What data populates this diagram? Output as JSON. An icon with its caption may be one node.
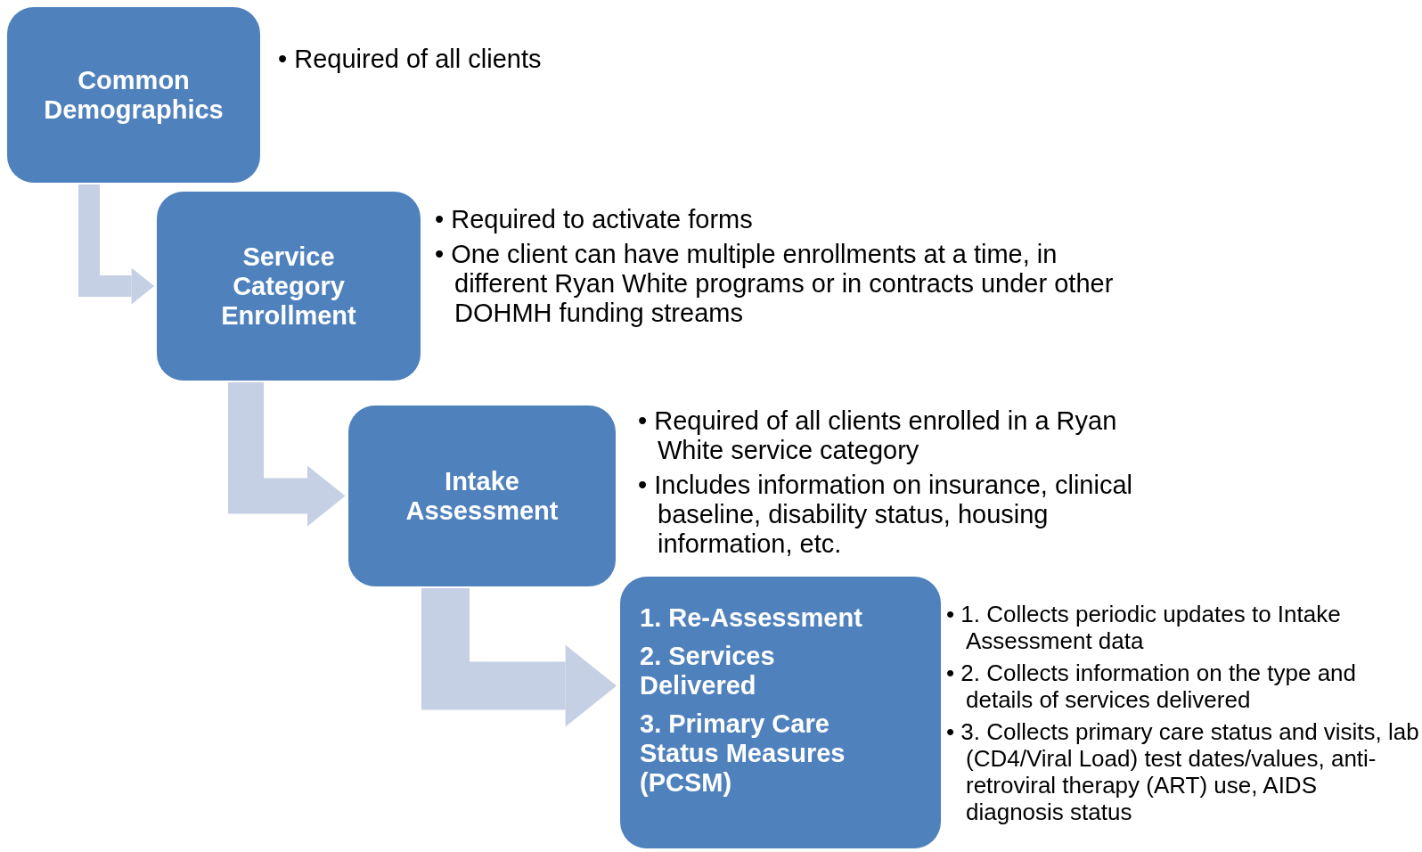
{
  "diagram": {
    "nodes": [
      {
        "text": [
          "Common Demographics"
        ],
        "beside": [
          "• Required of all clients"
        ]
      },
      {
        "text": [
          "Service Category Enrollment"
        ],
        "beside": [
          "• Required to activate forms",
          "• One client can have multiple enrollments at a time, in different Ryan White programs or in contracts under other DOHMH funding streams"
        ]
      },
      {
        "text": [
          "Intake Assessment"
        ],
        "beside": [
          "• Required of all clients enrolled in a Ryan White service category",
          "• Includes information on insurance, clinical baseline, disability status, housing information, etc."
        ]
      },
      {
        "text": [
          "1. Re-Assessment",
          "2. Services Delivered",
          "3. Primary Care Status Measures (PCSM)"
        ],
        "beside": [
          "• 1. Collects periodic updates to Intake Assessment data",
          "• 2. Collects information on the type and details of services delivered",
          "• 3. Collects primary care status and visits, lab (CD4/Viral Load) test dates/values, anti-retroviral therapy (ART) use, AIDS diagnosis status"
        ]
      }
    ],
    "edges": [
      {
        "from": 0,
        "to": 1,
        "arrow": "to"
      },
      {
        "from": 1,
        "to": 2,
        "arrow": "to"
      },
      {
        "from": 2,
        "to": 3,
        "arrow": "to"
      }
    ]
  }
}
